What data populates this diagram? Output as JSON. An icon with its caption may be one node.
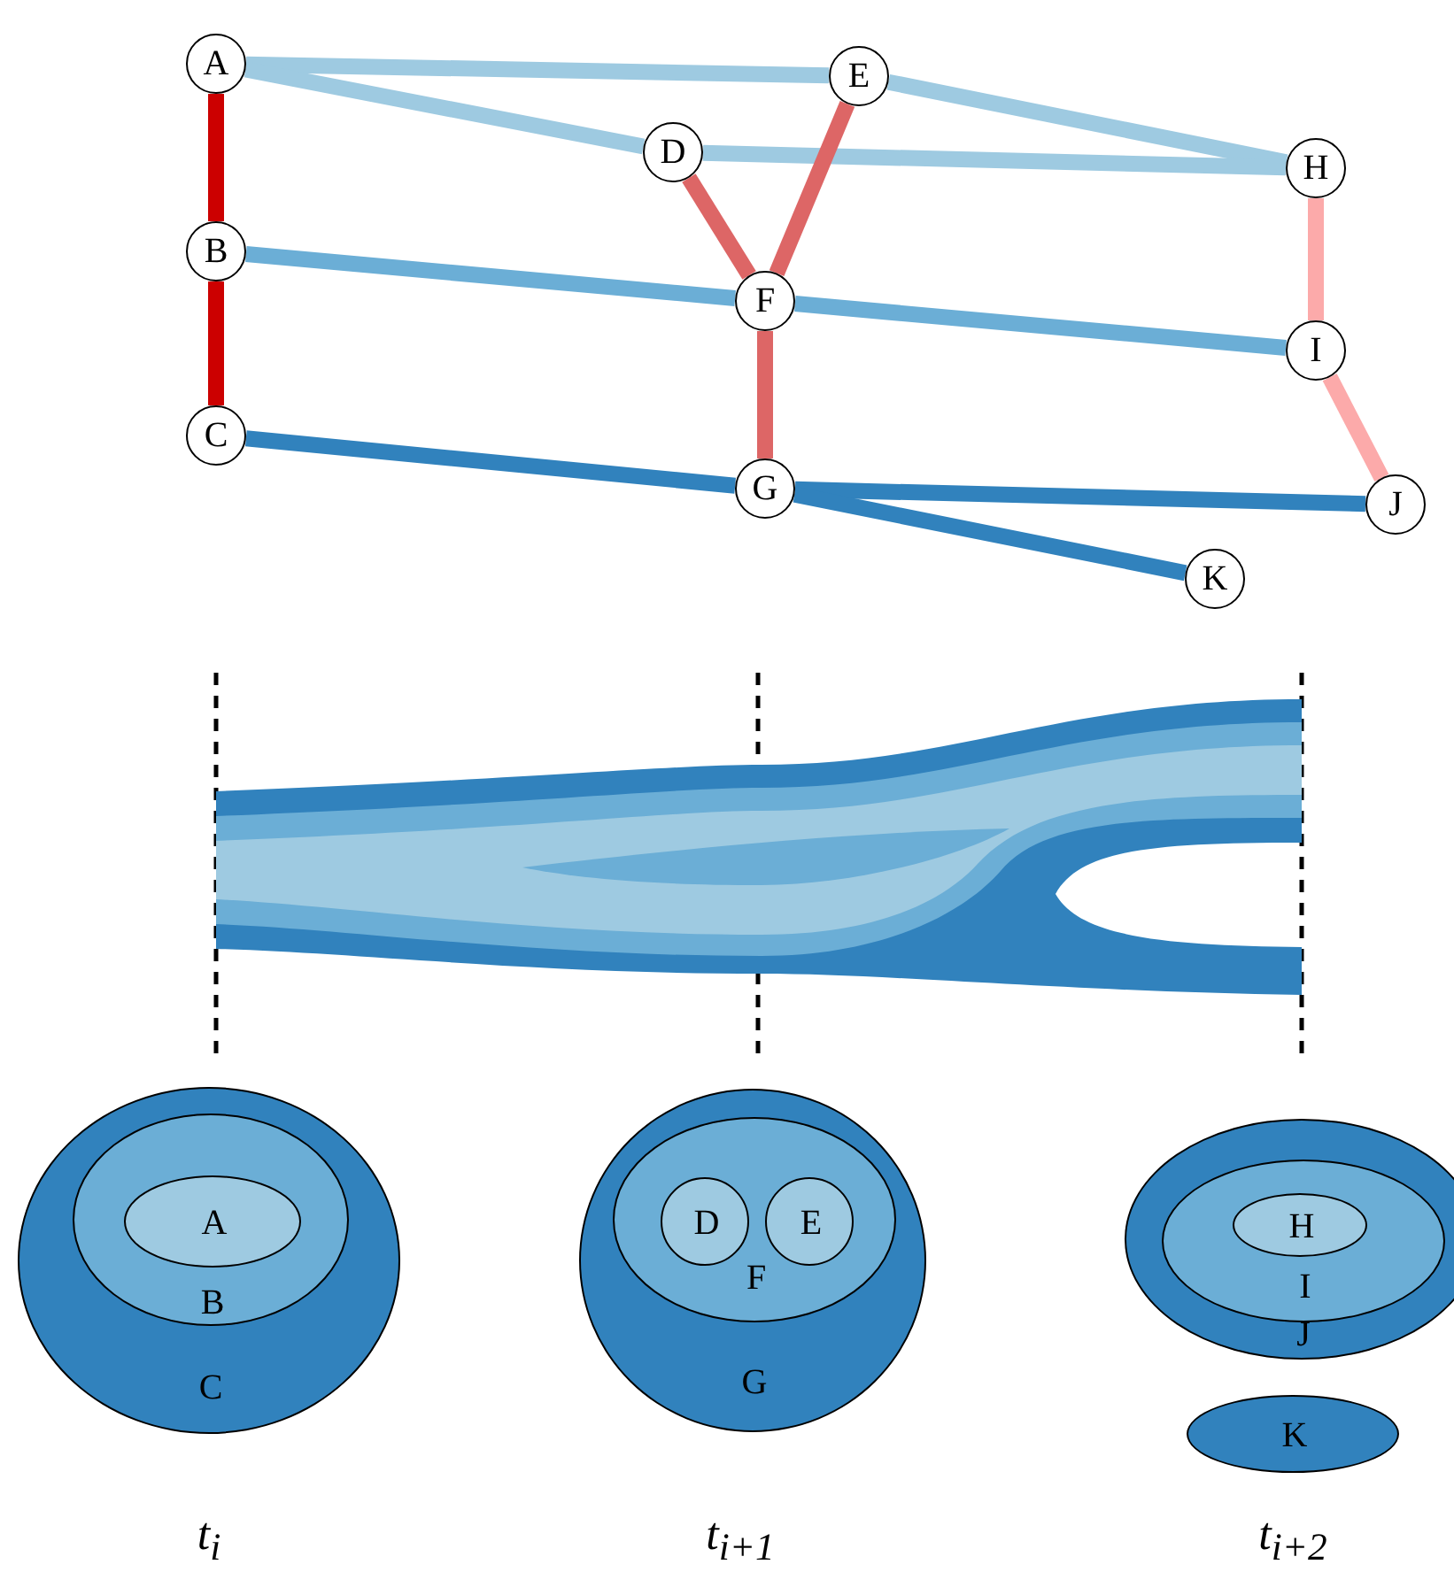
{
  "diagram": {
    "nodes": [
      {
        "text": [
          "A"
        ]
      },
      {
        "text": [
          "B"
        ]
      },
      {
        "text": [
          "C"
        ]
      },
      {
        "text": [
          "D"
        ]
      },
      {
        "text": [
          "E"
        ]
      },
      {
        "text": [
          "F"
        ]
      },
      {
        "text": [
          "G"
        ]
      },
      {
        "text": [
          "H"
        ]
      },
      {
        "text": [
          "I"
        ]
      },
      {
        "text": [
          "J"
        ]
      },
      {
        "text": [
          "K"
        ]
      },
      {
        "text": [
          "C"
        ]
      },
      {
        "text": [
          "B"
        ],
        "in": 11
      },
      {
        "text": [
          "A"
        ],
        "in": 12
      },
      {
        "text": [
          "G"
        ]
      },
      {
        "text": [
          "F"
        ],
        "in": 14
      },
      {
        "text": [
          "D"
        ],
        "in": 15
      },
      {
        "text": [
          "E"
        ],
        "in": 15
      },
      {
        "text": [
          "J"
        ]
      },
      {
        "text": [
          "I"
        ],
        "in": 18
      },
      {
        "text": [
          "H"
        ],
        "in": 19
      },
      {
        "text": [
          "K"
        ]
      }
    ],
    "edges": [
      {
        "from": 0,
        "to": 1,
        "arrow": "none",
        "color": "#cc0000"
      },
      {
        "from": 1,
        "to": 2,
        "arrow": "none",
        "color": "#cc0000"
      },
      {
        "from": 0,
        "to": 4,
        "arrow": "none",
        "color": "#9ecae1"
      },
      {
        "from": 0,
        "to": 3,
        "arrow": "none",
        "color": "#9ecae1"
      },
      {
        "from": 4,
        "to": 7,
        "arrow": "none",
        "color": "#9ecae1"
      },
      {
        "from": 3,
        "to": 7,
        "arrow": "none",
        "color": "#9ecae1"
      },
      {
        "from": 3,
        "to": 5,
        "arrow": "none",
        "color": "#dd6666"
      },
      {
        "from": 4,
        "to": 5,
        "arrow": "none",
        "color": "#dd6666"
      },
      {
        "from": 5,
        "to": 6,
        "arrow": "none",
        "color": "#dd6666"
      },
      {
        "from": 1,
        "to": 5,
        "arrow": "none",
        "color": "#6baed6"
      },
      {
        "from": 5,
        "to": 8,
        "arrow": "none",
        "color": "#6baed6"
      },
      {
        "from": 7,
        "to": 8,
        "arrow": "none",
        "color": "#fcaaaa"
      },
      {
        "from": 8,
        "to": 9,
        "arrow": "none",
        "color": "#fcaaaa"
      },
      {
        "from": 2,
        "to": 6,
        "arrow": "none",
        "color": "#3182bd"
      },
      {
        "from": 6,
        "to": 9,
        "arrow": "none",
        "color": "#3182bd"
      },
      {
        "from": 6,
        "to": 10,
        "arrow": "none",
        "color": "#3182bd"
      }
    ],
    "labels": [
      "t$_{i}$",
      "t$_{i+1}$",
      "t$_{i+2}$"
    ]
  }
}
